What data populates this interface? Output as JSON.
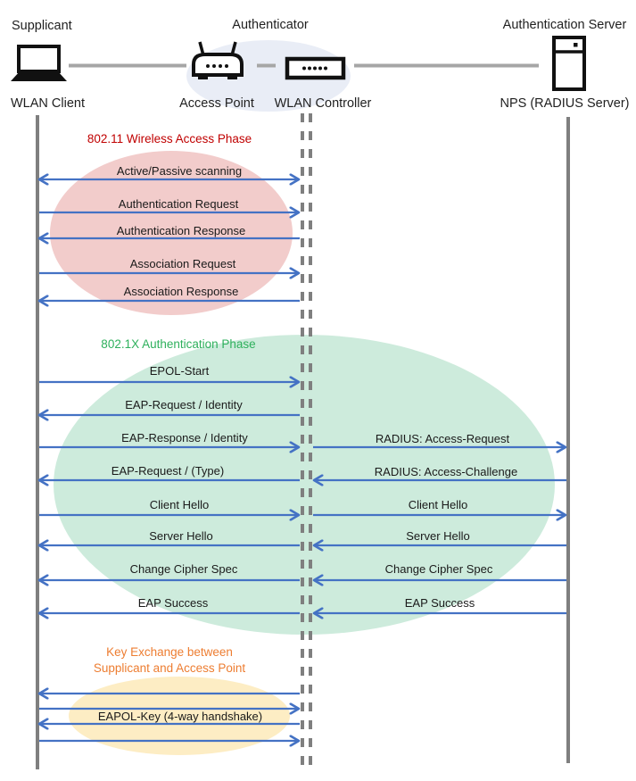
{
  "actors": {
    "supplicant": {
      "role": "Supplicant",
      "device": "WLAN Client"
    },
    "authenticator": {
      "role": "Authenticator",
      "ap": "Access Point",
      "controller": "WLAN Controller"
    },
    "auth_server": {
      "role": "Authentication Server",
      "device": "NPS (RADIUS Server)"
    }
  },
  "phases": {
    "wireless": {
      "title": "802.11 Wireless Access Phase",
      "color": "#C00000",
      "fill": "#F2CCCB"
    },
    "dot1x": {
      "title": "802.1X Authentication Phase",
      "color": "#2EB05C",
      "fill": "#CDEBDC"
    },
    "key_exchange": {
      "title_line1": "Key Exchange between",
      "title_line2": "Supplicant and Access Point",
      "color": "#ED7D31",
      "fill": "#FDEDC4"
    }
  },
  "left_messages": [
    {
      "label": "Active/Passive scanning",
      "direction": "both"
    },
    {
      "label": "Authentication Request",
      "direction": "right"
    },
    {
      "label": "Authentication Response",
      "direction": "left"
    },
    {
      "label": "Association Request",
      "direction": "right"
    },
    {
      "label": "Association Response",
      "direction": "left"
    },
    {
      "label": "EPOL-Start",
      "direction": "right"
    },
    {
      "label": "EAP-Request / Identity",
      "direction": "left"
    },
    {
      "label": "EAP-Response / Identity",
      "direction": "right"
    },
    {
      "label": "EAP-Request / (Type)",
      "direction": "left"
    },
    {
      "label": "Client Hello",
      "direction": "right"
    },
    {
      "label": "Server Hello",
      "direction": "left"
    },
    {
      "label": "Change Cipher Spec",
      "direction": "left"
    },
    {
      "label": "EAP Success",
      "direction": "left"
    },
    {
      "label": "EAPOL-Key (4-way handshake)",
      "direction": "both"
    }
  ],
  "right_messages": [
    {
      "label": "RADIUS: Access-Request",
      "direction": "right"
    },
    {
      "label": "RADIUS: Access-Challenge",
      "direction": "left"
    },
    {
      "label": "Client Hello",
      "direction": "right"
    },
    {
      "label": "Server Hello",
      "direction": "left"
    },
    {
      "label": "Change Cipher Spec",
      "direction": "left"
    },
    {
      "label": "EAP Success",
      "direction": "left"
    }
  ],
  "colors": {
    "arrow": "#4472C4",
    "lifeline": "#7F7F7F",
    "connector": "#A6A6A6",
    "authenticator_ellipse": "#E9EDF6"
  }
}
